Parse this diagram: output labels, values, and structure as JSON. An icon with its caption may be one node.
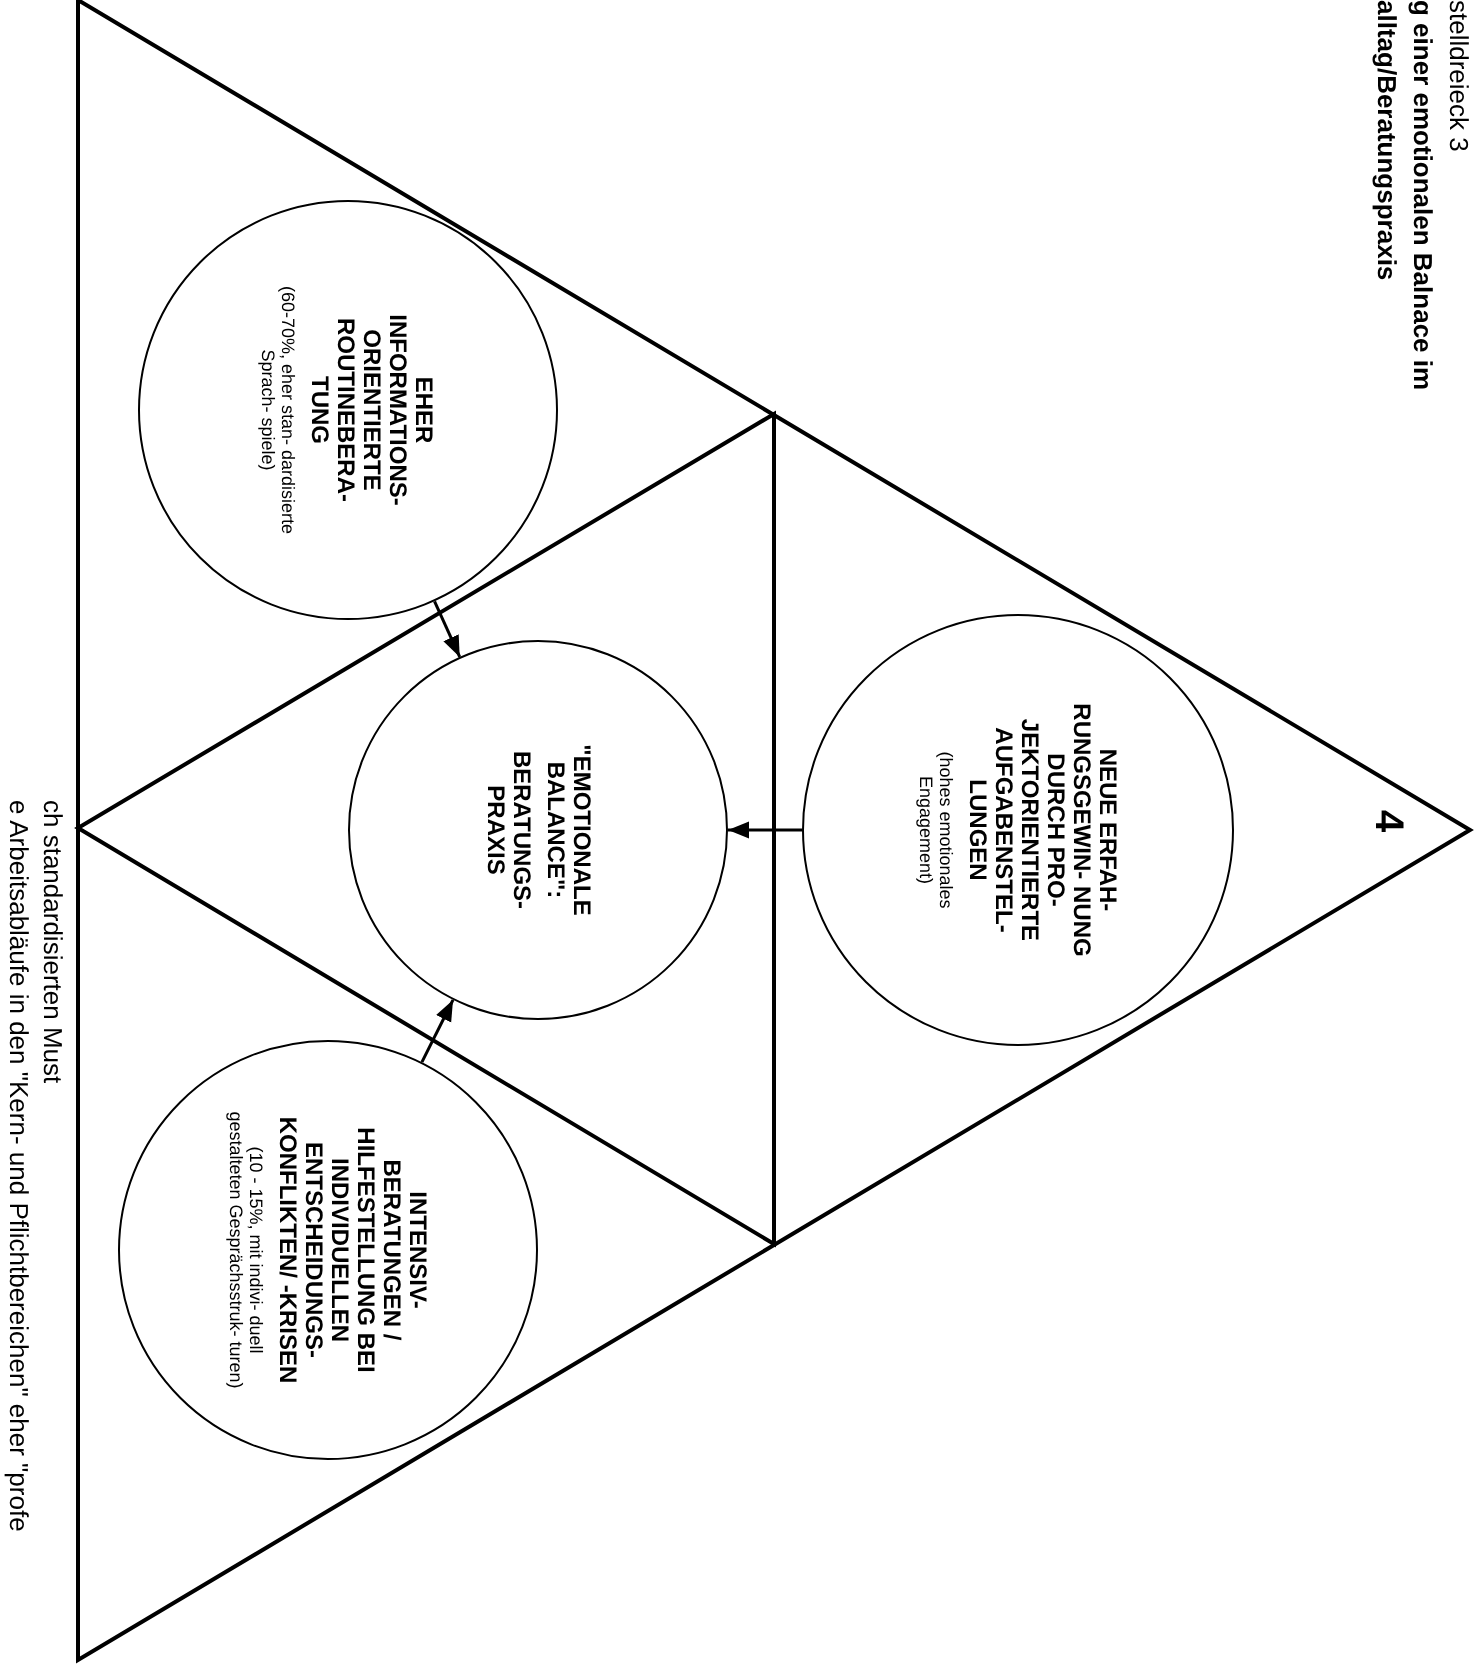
{
  "diagram": {
    "nodes": [
      {
        "text": [
          "4"
        ]
      },
      {
        "text": [
          "NEUE ERFAH- RUNGSGEWIN- NUNG DURCH PRO- JEKTORIENTIERTE AUFGABENSTEL- LUNGEN",
          "(hohes emotionales Engagement)"
        ],
        "in": 0
      },
      {
        "text": [
          "EHER INFORMATIONS- ORIENTIERTE ROUTINEBERA- TUNG",
          "(60-70%, eher stan- dardisierte Sprach- spiele)"
        ],
        "in": 0
      },
      {
        "text": [],
        "shape": "triangle",
        "in": 0
      },
      {
        "text": [
          "\"EMOTIONALE BALANCE\":",
          "BERATUNGS- PRAXIS"
        ],
        "in": 3
      },
      {
        "text": [
          "INTENSIV- BERATUNGEN / HILFESTELLUNG BEI INDIVIDUELLEN ENTSCHEIDUNGS- KONFLIKTEN/ -KRISEN",
          "(10 - 15%, mit indivi- duell gestalteten Gesprächsstruk- turen)"
        ],
        "in": 0
      }
    ],
    "edges": [
      {
        "from": 1,
        "to": 4,
        "arrow": "to"
      },
      {
        "from": 2,
        "to": 4,
        "arrow": "to"
      },
      {
        "from": 5,
        "to": 4,
        "arrow": "to"
      }
    ],
    "labels": [
      "stelldreieck 3",
      "g einer emotionalen Balnace im",
      "alltag/Beratungspraxis",
      "e Arbeitsabläufe in den \"Kern- und Pflichtbereichen\" eher \"profe",
      "ch standardisierten Must"
    ]
  }
}
